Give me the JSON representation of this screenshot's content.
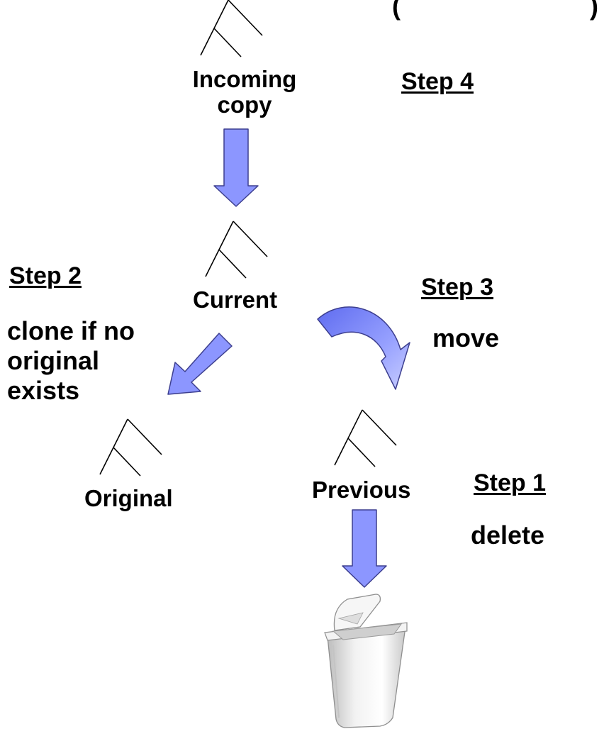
{
  "header_fragment": "(",
  "header_fragment_right": ")",
  "nodes": {
    "incoming": {
      "line1": "Incoming",
      "line2": "copy"
    },
    "current": {
      "label": "Current"
    },
    "original": {
      "label": "Original"
    },
    "previous": {
      "label": "Previous"
    }
  },
  "steps": {
    "step1": {
      "title": "Step 1",
      "desc": "delete"
    },
    "step2": {
      "title": "Step 2",
      "desc_lines": [
        "clone if no",
        "original",
        "exists"
      ]
    },
    "step3": {
      "title": "Step 3",
      "desc": "move"
    },
    "step4": {
      "title": "Step 4"
    }
  },
  "icons": {
    "tree": "tree-icon",
    "arrow": "arrow-icon",
    "trash": "trash-can-icon"
  },
  "colors": {
    "arrow_fill": "#8c96ff",
    "arrow_stroke": "#3d3f8f",
    "trash_body": "#e9e9e9"
  }
}
